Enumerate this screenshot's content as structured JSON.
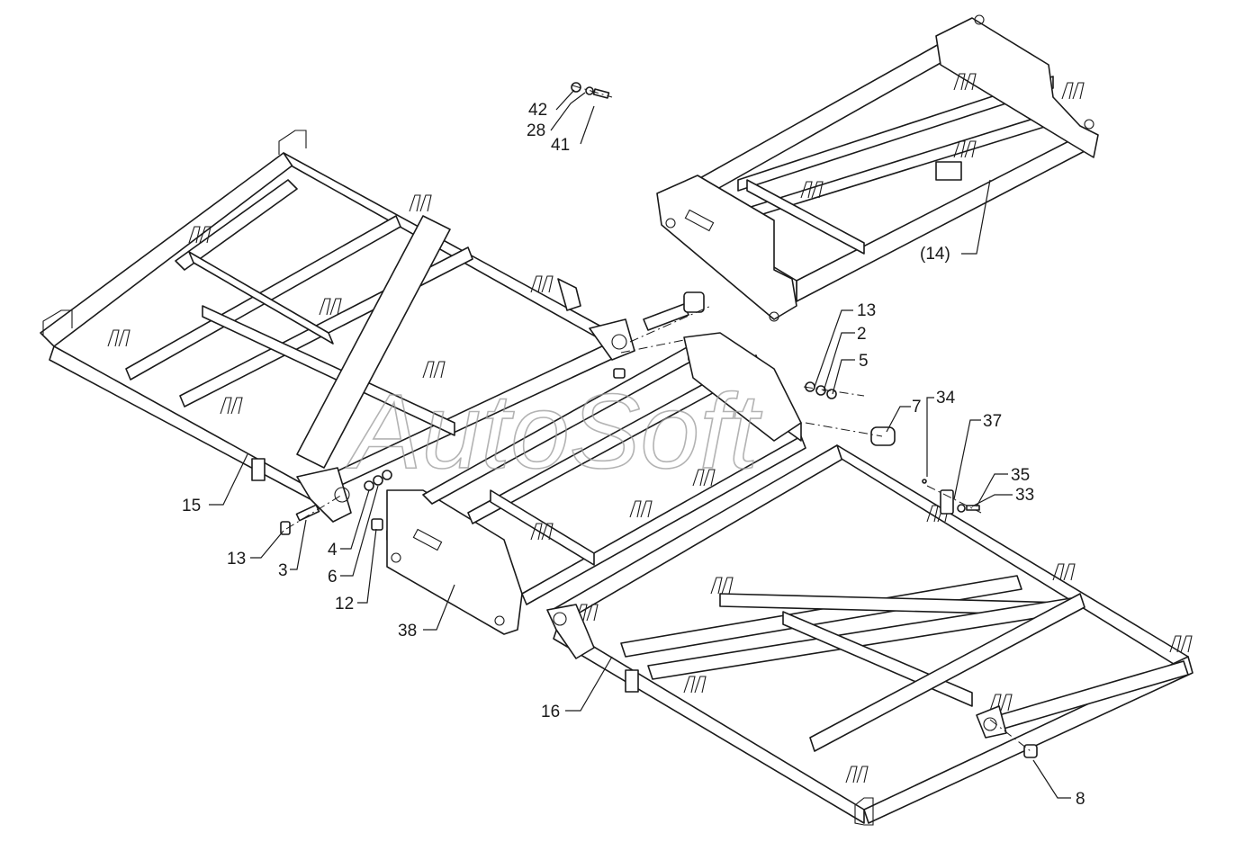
{
  "watermark": "AutoSoft",
  "callouts": [
    {
      "id": "42",
      "text": "42"
    },
    {
      "id": "28",
      "text": "28"
    },
    {
      "id": "41",
      "text": "41"
    },
    {
      "id": "14",
      "text": "(14)"
    },
    {
      "id": "13a",
      "text": "13"
    },
    {
      "id": "2",
      "text": "2"
    },
    {
      "id": "5",
      "text": "5"
    },
    {
      "id": "7",
      "text": "7"
    },
    {
      "id": "34",
      "text": "34"
    },
    {
      "id": "37",
      "text": "37"
    },
    {
      "id": "35",
      "text": "35"
    },
    {
      "id": "33",
      "text": "33"
    },
    {
      "id": "15",
      "text": "15"
    },
    {
      "id": "13b",
      "text": "13"
    },
    {
      "id": "3",
      "text": "3"
    },
    {
      "id": "4",
      "text": "4"
    },
    {
      "id": "6",
      "text": "6"
    },
    {
      "id": "12",
      "text": "12"
    },
    {
      "id": "38",
      "text": "38"
    },
    {
      "id": "16",
      "text": "16"
    },
    {
      "id": "8",
      "text": "8"
    }
  ]
}
